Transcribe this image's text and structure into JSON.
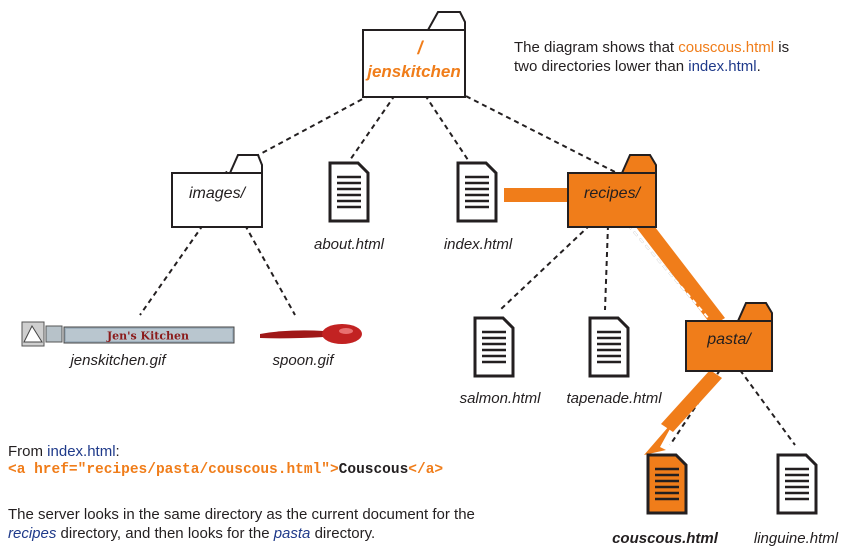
{
  "colors": {
    "accent": "#f07d1a",
    "link": "#1f3a8a",
    "text": "#231f20",
    "accent_dark": "#d2691e"
  },
  "root_folder": {
    "slash": "/",
    "name": "jenskitchen"
  },
  "caption_top": {
    "prefix": "The diagram shows that ",
    "target_file": "couscous.html",
    "mid": " is",
    "line2_prefix": "two directories lower than ",
    "source_file": "index.html",
    "line2_suffix": "."
  },
  "folders": {
    "images": "images/",
    "recipes": "recipes/",
    "pasta": "pasta/"
  },
  "files": {
    "about": "about.html",
    "index": "index.html",
    "salmon": "salmon.html",
    "tapenade": "tapenade.html",
    "couscous": "couscous.html",
    "linguine": "linguine.html"
  },
  "images": {
    "jenskitchen": "jenskitchen.gif",
    "jenskitchen_logo_text": "Jen's Kitchen",
    "spoon": "spoon.gif"
  },
  "bottom_text": {
    "from_prefix": "From ",
    "from_file": "index.html",
    "from_suffix": ":",
    "code_open_a": "<a href=",
    "code_href": "\"recipes/pasta/couscous.html\"",
    "code_close_bracket": ">",
    "code_link_text": "Couscous",
    "code_close_a": "</a>",
    "line3": "The server looks in the same directory as the current document for the",
    "line4_recipes": "recipes",
    "line4_mid": " directory, and then looks for the ",
    "line4_pasta": "pasta",
    "line4_suffix": " directory."
  }
}
